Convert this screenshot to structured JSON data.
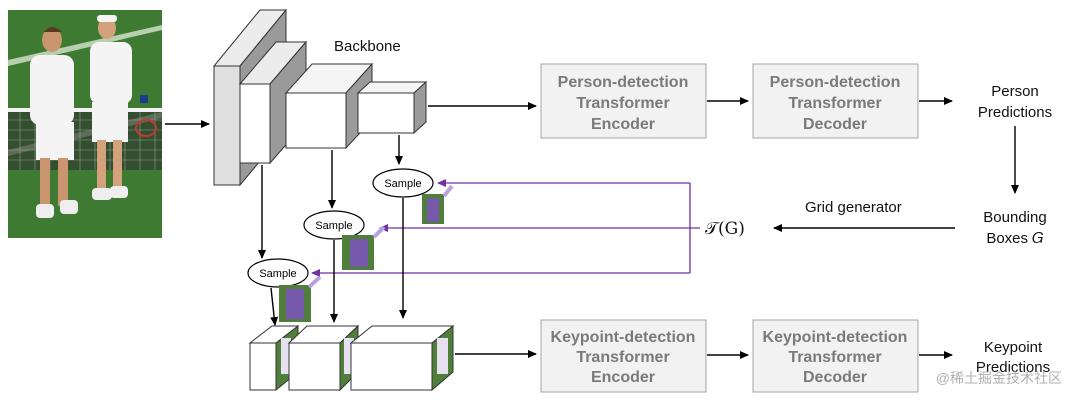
{
  "labels": {
    "backbone": "Backbone",
    "grid_generator": "Grid generator",
    "transform_op": "𝒯(G)",
    "person_predictions_1": "Person",
    "person_predictions_2": "Predictions",
    "bounding_boxes_1": "Bounding",
    "bounding_boxes_2": "Boxes 𝐺",
    "keypoint_predictions_1": "Keypoint",
    "keypoint_predictions_2": "Predictions",
    "sample": "Sample",
    "watermark": "@稀土掘金技术社区"
  },
  "boxes": {
    "person_encoder": [
      "Person-detection",
      "Transformer",
      "Encoder"
    ],
    "person_decoder": [
      "Person-detection",
      "Transformer",
      "Decoder"
    ],
    "keypoint_encoder": [
      "Keypoint-detection",
      "Transformer",
      "Encoder"
    ],
    "keypoint_decoder": [
      "Keypoint-detection",
      "Transformer",
      "Decoder"
    ]
  },
  "colors": {
    "box_fill": "#f2f2f2",
    "box_stroke": "#a6a6a6",
    "box_text": "#7a7a7a",
    "arrow": "#000000",
    "purple_arrow": "#7030a0",
    "crop_purple": "#7a55b8",
    "grass": "#4f7f3a"
  }
}
